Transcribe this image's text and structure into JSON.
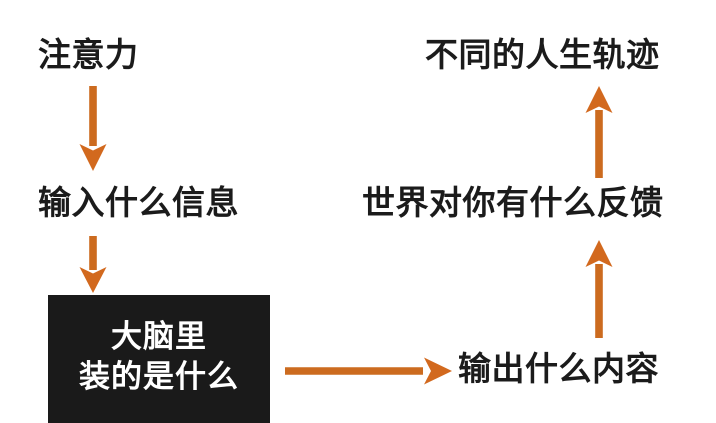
{
  "diagram": {
    "title_present": false,
    "background_color": "#ffffff",
    "arrow_color": "#cc6b1f",
    "text_color": "#1b1b1b",
    "box_fill_color": "#1a1a1a",
    "box_text_color": "#ffffff",
    "nodes": [
      {
        "id": "attention",
        "label": "注意力",
        "style": "plain"
      },
      {
        "id": "input-info",
        "label": "输入什么信息",
        "style": "plain"
      },
      {
        "id": "brain-line-1",
        "label": "大脑里",
        "style": "boxed"
      },
      {
        "id": "brain-line-2",
        "label": "装的是什么",
        "style": "boxed"
      },
      {
        "id": "output-content",
        "label": "输出什么内容",
        "style": "plain"
      },
      {
        "id": "world-feedback",
        "label": "世界对你有什么反馈",
        "style": "plain"
      },
      {
        "id": "life-path",
        "label": "不同的人生轨迹",
        "style": "plain"
      }
    ],
    "edges": [
      {
        "id": "edge-attention-to-input",
        "from": "attention",
        "to": "input-info",
        "direction": "down",
        "icon": "arrow-down-icon"
      },
      {
        "id": "edge-input-to-brain",
        "from": "input-info",
        "to": "brain-box",
        "direction": "down",
        "icon": "arrow-down-icon"
      },
      {
        "id": "edge-brain-to-output",
        "from": "brain-box",
        "to": "output-content",
        "direction": "right",
        "icon": "arrow-right-icon"
      },
      {
        "id": "edge-output-to-feedback",
        "from": "output-content",
        "to": "world-feedback",
        "direction": "up",
        "icon": "arrow-up-icon"
      },
      {
        "id": "edge-feedback-to-lifepath",
        "from": "world-feedback",
        "to": "life-path",
        "direction": "up",
        "icon": "arrow-up-icon"
      }
    ]
  }
}
